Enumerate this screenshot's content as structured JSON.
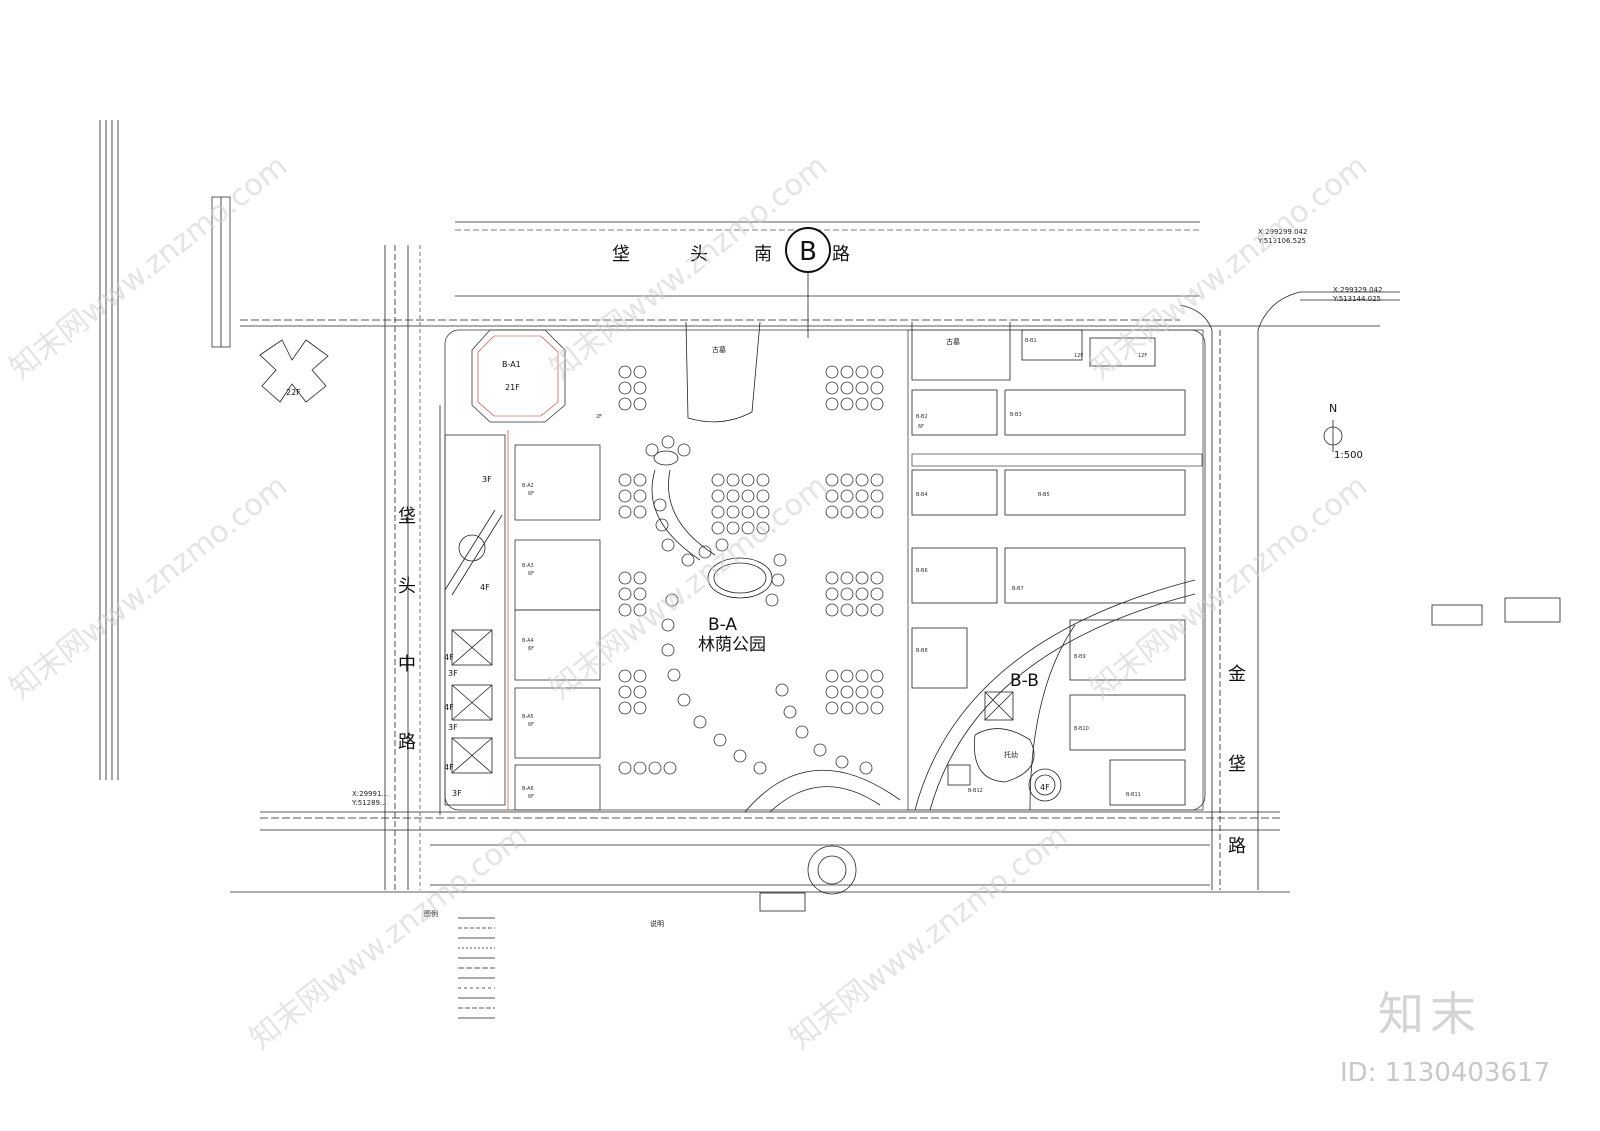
{
  "roads": {
    "north": "垡头南路",
    "north_badge": "B",
    "west": [
      "垡",
      "头",
      "中",
      "路"
    ],
    "east": [
      "金",
      "垡",
      "路"
    ]
  },
  "zones": {
    "park_code": "B-A",
    "park_name": "林荫公园",
    "east_code": "B-B",
    "tomb_left": "古墓",
    "tomb_right": "古墓",
    "kindergarten": "托幼"
  },
  "coords": {
    "ne1_x": "X:299299.042",
    "ne1_y": "Y:513106.525",
    "ne2_x": "X:299329.042",
    "ne2_y": "Y:513144.025",
    "sw_x": "X:29991...",
    "sw_y": "Y:51289..."
  },
  "compass": {
    "north": "N",
    "scale": "1:500"
  },
  "buildings": {
    "tower": {
      "code": "B-A1",
      "floors": "21F"
    },
    "left_tower": "22F",
    "west_row": [
      {
        "code": "B-A2",
        "floors": "6F"
      },
      {
        "code": "B-A3",
        "floors": "6F"
      },
      {
        "code": "B-A4",
        "floors": "6F"
      },
      {
        "code": "B-A5",
        "floors": "6F"
      },
      {
        "code": "B-A6",
        "floors": "6F"
      }
    ],
    "east_block": [
      "B-B1",
      "B-B2",
      "B-B3",
      "B-B4",
      "B-B5",
      "B-B6",
      "B-B7",
      "B-B8",
      "B-B9",
      "B-B10",
      "B-B11",
      "B-B12"
    ],
    "east_floors": "6F",
    "misc_floors": [
      "3F",
      "4F",
      "4F",
      "3F",
      "4F",
      "3F",
      "4F",
      "3F",
      "2F",
      "4F",
      "12F",
      "12F"
    ]
  },
  "legend": {
    "title": "图例",
    "notes_title": "说明"
  },
  "watermark": {
    "text": "知末网www.znzmo.com",
    "brand": "知末",
    "image_id": "ID: 1130403617"
  }
}
